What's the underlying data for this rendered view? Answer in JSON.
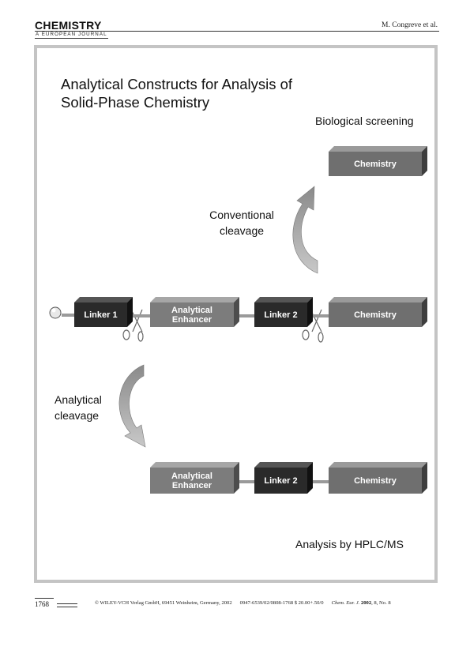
{
  "header": {
    "journal_title": "CHEMISTRY",
    "journal_subtitle": "A EUROPEAN JOURNAL",
    "authors": "M. Congreve et al."
  },
  "figure": {
    "title_line1": "Analytical Constructs for Analysis of",
    "title_line2": "Solid-Phase Chemistry",
    "biological_screening": "Biological screening",
    "conventional_line1": "Conventional",
    "conventional_line2": "cleavage",
    "analytical_line1": "Analytical",
    "analytical_line2": "cleavage",
    "analysis_hplc": "Analysis by HPLC/MS",
    "top_row": {
      "chemistry": "Chemistry"
    },
    "middle_row": {
      "linker1": "Linker 1",
      "enhancer_line1": "Analytical",
      "enhancer_line2": "Enhancer",
      "linker2": "Linker 2",
      "chemistry": "Chemistry"
    },
    "bottom_row": {
      "enhancer_line1": "Analytical",
      "enhancer_line2": "Enhancer",
      "linker2": "Linker 2",
      "chemistry": "Chemistry"
    },
    "colors": {
      "dark_box": "#2a2a2a",
      "gray_box": "#7c7c7c",
      "frame": "#c4c4c4"
    }
  },
  "footer": {
    "page_number": "1768",
    "copyright": "© WILEY-VCH Verlag GmbH, 69451 Weinheim, Germany, 2002",
    "issn": "0947-6539/02/0808-1768 $ 20.00+.50/0",
    "journal_abbrev": "Chem. Eur. J.",
    "year": "2002",
    "volume_issue": ", 8, No. 8"
  }
}
